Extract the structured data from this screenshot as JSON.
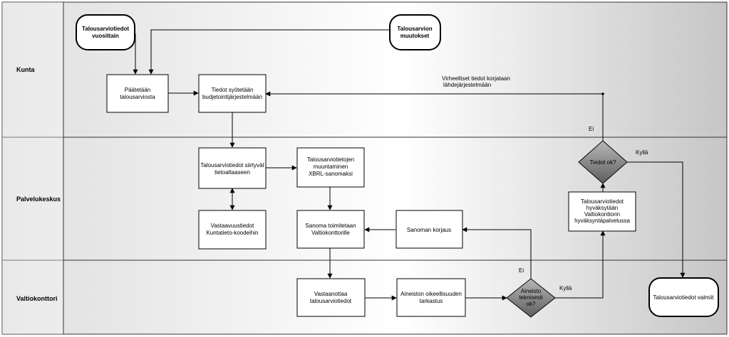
{
  "lanes": [
    {
      "id": "kunta",
      "label": "Kunta"
    },
    {
      "id": "palvelukeskus",
      "label": "Palvelukeskus"
    },
    {
      "id": "valtiokonttori",
      "label": "Valtiokonttori"
    }
  ],
  "nodes": [
    {
      "id": "talousarviotiedot-vuosittain",
      "shape": "terminal",
      "bold": true,
      "lines": [
        "Talousarviotiedot",
        "vuosittain"
      ]
    },
    {
      "id": "talousarvion-muutokset",
      "shape": "terminal",
      "bold": true,
      "lines": [
        "Talousarvion",
        "muutokset"
      ]
    },
    {
      "id": "paatetaan-talousarviosta",
      "shape": "process",
      "lines": [
        "Päätetään",
        "talousarviosta"
      ]
    },
    {
      "id": "tiedot-syotetaan",
      "shape": "process",
      "lines": [
        "Tiedot syötetään",
        "budjetointijärjestelmään"
      ]
    },
    {
      "id": "siirtyvat-tietoaltaaseen",
      "shape": "process",
      "lines": [
        "Talousarviotiedot siirtyvät",
        "tietoaltaaseen"
      ]
    },
    {
      "id": "vastaavuustiedot",
      "shape": "process",
      "lines": [
        "Vastaavuustiedot",
        "Kuntatieto-koodeihin"
      ]
    },
    {
      "id": "xbrl-muuntaminen",
      "shape": "process",
      "lines": [
        "Talousarviotietojen",
        "muuntaminen",
        "XBRL-sanomaksi"
      ]
    },
    {
      "id": "sanoma-toimitetaan",
      "shape": "process",
      "lines": [
        "Sanoma toimitetaan",
        "Valtiokonttorille"
      ]
    },
    {
      "id": "sanoman-korjaus",
      "shape": "process",
      "lines": [
        "Sanoman korjaus"
      ]
    },
    {
      "id": "hyvaksytaan",
      "shape": "process",
      "lines": [
        "Talousarviotiedot",
        "hyväksytään",
        "Valtiokonttorin",
        "hyväksyntäpalvelussa"
      ]
    },
    {
      "id": "tiedot-ok",
      "shape": "decision",
      "lines": [
        "Tiedot ok?"
      ]
    },
    {
      "id": "vastaanottaa",
      "shape": "process",
      "lines": [
        "Vastaanottaa",
        "talousarviotiedot"
      ]
    },
    {
      "id": "oikeellisuuden-tarkastus",
      "shape": "process",
      "lines": [
        "Aineiston oikeellisuuden",
        "tarkastus"
      ]
    },
    {
      "id": "teknisesti-ok",
      "shape": "decision",
      "lines": [
        "Aineisto",
        "teknisesti",
        "ok?"
      ]
    },
    {
      "id": "valmiit",
      "shape": "terminal",
      "lines": [
        "Talousarviotiedot valmiit"
      ]
    }
  ],
  "edge_labels": {
    "virheelliset": [
      "Virheelliset tiedot korjataan",
      "lähdejärjestelmään"
    ],
    "ei_upper": "Ei",
    "kylla_upper": "Kyllä",
    "ei_lower": "Ei",
    "kylla_lower": "Kyllä"
  },
  "colors": {
    "lane_gradient_light": "#ffffff",
    "lane_gradient_dark": "#cfcfcf",
    "decision_fill": "#7a7a7a",
    "border": "#333333"
  }
}
